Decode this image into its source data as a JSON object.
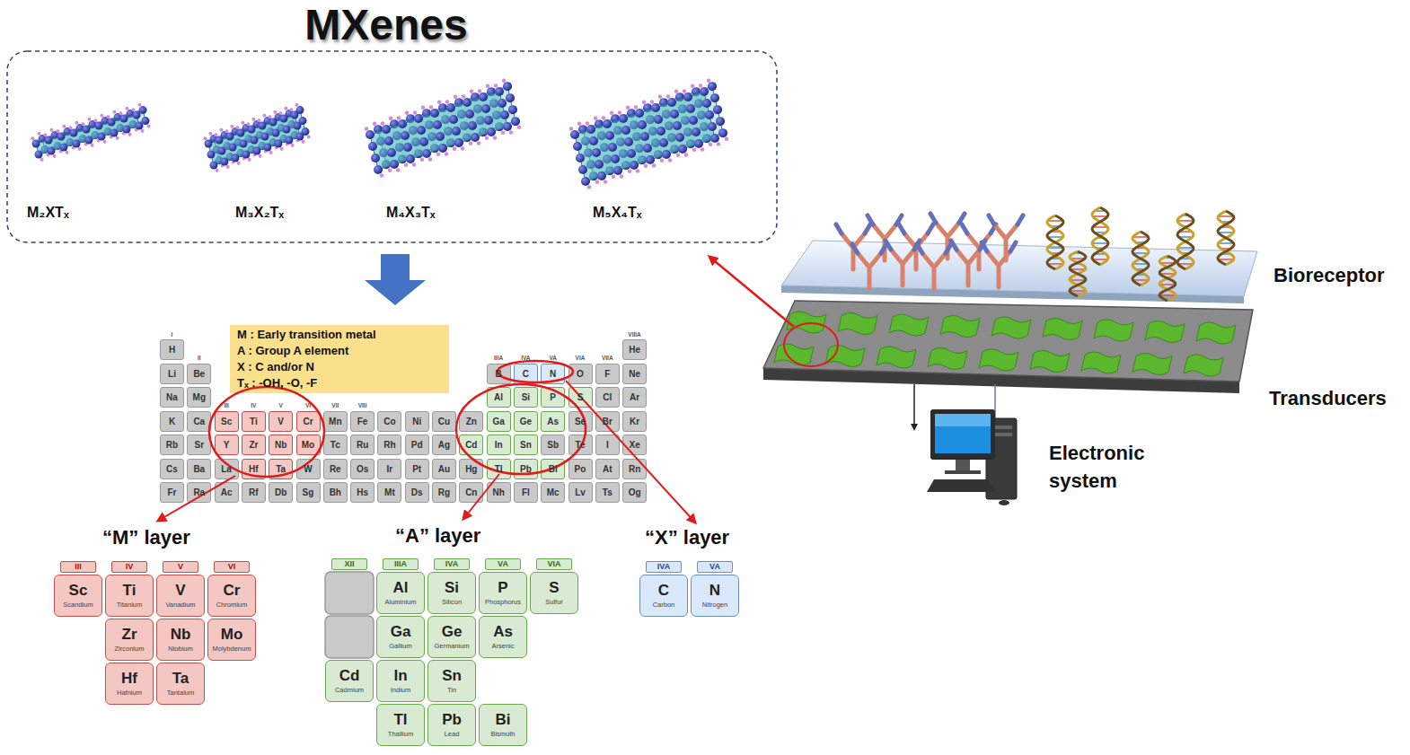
{
  "diagram": {
    "title": "MXenes",
    "nodes": [
      {
        "text": [
          "M : Early transition metal",
          "A : Group A element",
          "X : C and/or N",
          "Tₓ : -OH, -O, -F"
        ]
      },
      {
        "text": [
          "H"
        ]
      },
      {
        "text": [
          "He"
        ]
      },
      {
        "text": [
          "Li"
        ]
      },
      {
        "text": [
          "Be"
        ]
      },
      {
        "text": [
          "B"
        ]
      },
      {
        "text": [
          "C"
        ]
      },
      {
        "text": [
          "N"
        ]
      },
      {
        "text": [
          "O"
        ]
      },
      {
        "text": [
          "F"
        ]
      },
      {
        "text": [
          "Ne"
        ]
      },
      {
        "text": [
          "Na"
        ]
      },
      {
        "text": [
          "Mg"
        ]
      },
      {
        "text": [
          "Al"
        ]
      },
      {
        "text": [
          "Si"
        ]
      },
      {
        "text": [
          "P"
        ]
      },
      {
        "text": [
          "S"
        ]
      },
      {
        "text": [
          "Cl"
        ]
      },
      {
        "text": [
          "Ar"
        ]
      },
      {
        "text": [
          "K"
        ]
      },
      {
        "text": [
          "Ca"
        ]
      },
      {
        "text": [
          "Sc"
        ]
      },
      {
        "text": [
          "Ti"
        ]
      },
      {
        "text": [
          "V"
        ]
      },
      {
        "text": [
          "Cr"
        ]
      },
      {
        "text": [
          "Mn"
        ]
      },
      {
        "text": [
          "Fe"
        ]
      },
      {
        "text": [
          "Co"
        ]
      },
      {
        "text": [
          "Ni"
        ]
      },
      {
        "text": [
          "Cu"
        ]
      },
      {
        "text": [
          "Zn"
        ]
      },
      {
        "text": [
          "Ga"
        ]
      },
      {
        "text": [
          "Ge"
        ]
      },
      {
        "text": [
          "As"
        ]
      },
      {
        "text": [
          "Se"
        ]
      },
      {
        "text": [
          "Br"
        ]
      },
      {
        "text": [
          "Kr"
        ]
      },
      {
        "text": [
          "Rb"
        ]
      },
      {
        "text": [
          "Sr"
        ]
      },
      {
        "text": [
          "Y"
        ]
      },
      {
        "text": [
          "Zr"
        ]
      },
      {
        "text": [
          "Nb"
        ]
      },
      {
        "text": [
          "Mo"
        ]
      },
      {
        "text": [
          "Tc"
        ]
      },
      {
        "text": [
          "Ru"
        ]
      },
      {
        "text": [
          "Rh"
        ]
      },
      {
        "text": [
          "Pd"
        ]
      },
      {
        "text": [
          "Ag"
        ]
      },
      {
        "text": [
          "Cd"
        ]
      },
      {
        "text": [
          "In"
        ]
      },
      {
        "text": [
          "Sn"
        ]
      },
      {
        "text": [
          "Sb"
        ]
      },
      {
        "text": [
          "Te"
        ]
      },
      {
        "text": [
          "I"
        ]
      },
      {
        "text": [
          "Xe"
        ]
      },
      {
        "text": [
          "Cs"
        ]
      },
      {
        "text": [
          "Ba"
        ]
      },
      {
        "text": [
          "La"
        ]
      },
      {
        "text": [
          "Hf"
        ]
      },
      {
        "text": [
          "Ta"
        ]
      },
      {
        "text": [
          "W"
        ]
      },
      {
        "text": [
          "Re"
        ]
      },
      {
        "text": [
          "Os"
        ]
      },
      {
        "text": [
          "Ir"
        ]
      },
      {
        "text": [
          "Pt"
        ]
      },
      {
        "text": [
          "Au"
        ]
      },
      {
        "text": [
          "Hg"
        ]
      },
      {
        "text": [
          "Tl"
        ]
      },
      {
        "text": [
          "Pb"
        ]
      },
      {
        "text": [
          "Bi"
        ]
      },
      {
        "text": [
          "Po"
        ]
      },
      {
        "text": [
          "At"
        ]
      },
      {
        "text": [
          "Rn"
        ]
      },
      {
        "text": [
          "Fr"
        ]
      },
      {
        "text": [
          "Ra"
        ]
      },
      {
        "text": [
          "Ac"
        ]
      },
      {
        "text": [
          "Rf"
        ]
      },
      {
        "text": [
          "Db"
        ]
      },
      {
        "text": [
          "Sg"
        ]
      },
      {
        "text": [
          "Bh"
        ]
      },
      {
        "text": [
          "Hs"
        ]
      },
      {
        "text": [
          "Mt"
        ]
      },
      {
        "text": [
          "Ds"
        ]
      },
      {
        "text": [
          "Rg"
        ]
      },
      {
        "text": [
          "Cn"
        ]
      },
      {
        "text": [
          "Nh"
        ]
      },
      {
        "text": [
          "Fl"
        ]
      },
      {
        "text": [
          "Mc"
        ]
      },
      {
        "text": [
          "Lv"
        ]
      },
      {
        "text": [
          "Ts"
        ]
      },
      {
        "text": [
          "Og"
        ]
      },
      {
        "text": [
          "III"
        ]
      },
      {
        "text": [
          "IV"
        ]
      },
      {
        "text": [
          "V"
        ]
      },
      {
        "text": [
          "VI"
        ]
      },
      {
        "text": [
          "Sc",
          "Scandium"
        ]
      },
      {
        "text": [
          "Ti",
          "Titanium"
        ]
      },
      {
        "text": [
          "V",
          "Vanadium"
        ]
      },
      {
        "text": [
          "Cr",
          "Chromium"
        ]
      },
      {
        "text": [
          "Zr",
          "Zirconium"
        ]
      },
      {
        "text": [
          "Nb",
          "Niobium"
        ]
      },
      {
        "text": [
          "Mo",
          "Molybdenum"
        ]
      },
      {
        "text": [
          "Hf",
          "Hafnium"
        ]
      },
      {
        "text": [
          "Ta",
          "Tantalum"
        ]
      },
      {
        "text": [
          "XII"
        ]
      },
      {
        "text": [
          "IIIA"
        ]
      },
      {
        "text": [
          "IVA"
        ]
      },
      {
        "text": [
          "VA"
        ]
      },
      {
        "text": [
          "VIA"
        ]
      },
      {
        "text": [
          "Al",
          "Aluminium"
        ]
      },
      {
        "text": [
          "Si",
          "Silicon"
        ]
      },
      {
        "text": [
          "P",
          "Phosphorus"
        ]
      },
      {
        "text": [
          "S",
          "Sulfur"
        ]
      },
      {
        "text": [
          "Ga",
          "Gallium"
        ]
      },
      {
        "text": [
          "Ge",
          "Germanium"
        ]
      },
      {
        "text": [
          "As",
          "Arsenic"
        ]
      },
      {
        "text": [
          "Cd",
          "Cadmium"
        ]
      },
      {
        "text": [
          "In",
          "Indium"
        ]
      },
      {
        "text": [
          "Sn",
          "Tin"
        ]
      },
      {
        "text": [
          "Tl",
          "Thallium"
        ]
      },
      {
        "text": [
          "Pb",
          "Lead"
        ]
      },
      {
        "text": [
          "Bi",
          "Bismuth"
        ]
      },
      {
        "text": [
          "IVA"
        ]
      },
      {
        "text": [
          "VA"
        ]
      },
      {
        "text": [
          "C",
          "Carbon"
        ]
      },
      {
        "text": [
          "N",
          "Nitrogen"
        ]
      }
    ],
    "labels": [
      "M₂XTₓ",
      "M₃X₂Tₓ",
      "M₄X₃Tₓ",
      "M₅X₄Tₓ",
      "I",
      "II",
      "III",
      "IV",
      "V",
      "VI",
      "VII",
      "VIII",
      "IIIA",
      "IVA",
      "VA",
      "VIA",
      "VIIA",
      "VIIIA",
      "“M” layer",
      "“A” layer",
      "“X” layer",
      "Bioreceptor",
      "Transducers",
      "Electronic system"
    ]
  }
}
